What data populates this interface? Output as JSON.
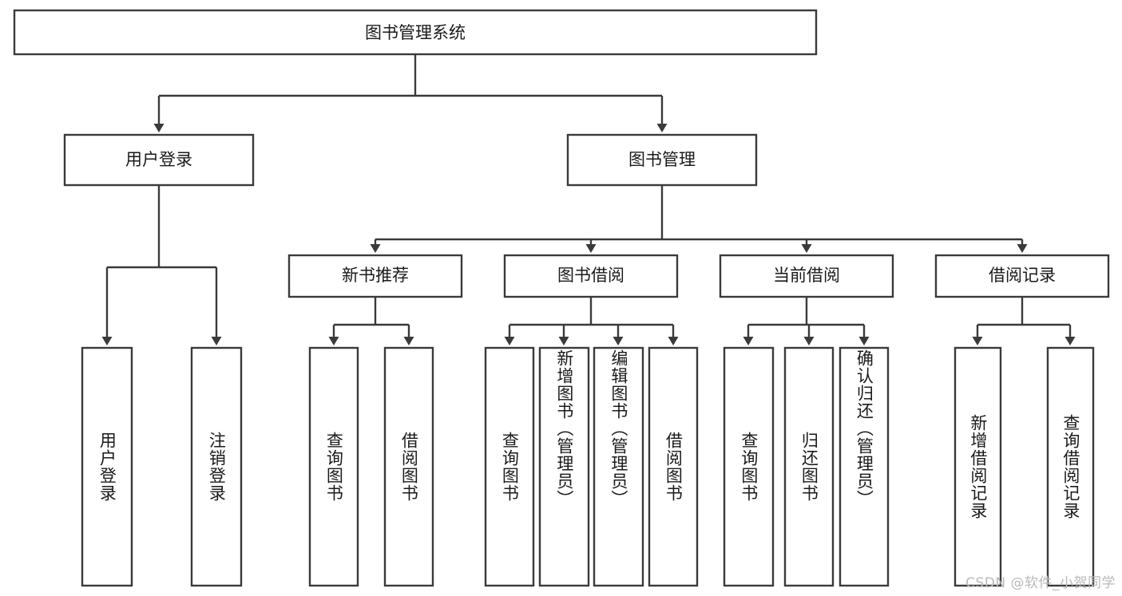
{
  "diagram": {
    "title": "图书管理系统",
    "type": "functional-structure-tree",
    "orientation": "top-down",
    "box_fill": "#ffffff",
    "line_color": "#3a3a3a",
    "text_color": "#1a1a1a"
  },
  "watermark": {
    "text": "CSDN @软件_小贺同学"
  },
  "nodes": {
    "root": {
      "label": "图书管理系统"
    },
    "level2": [
      {
        "id": "user-login",
        "label": "用户登录"
      },
      {
        "id": "book-manage",
        "label": "图书管理"
      }
    ],
    "level3": [
      {
        "id": "new-book-recommend",
        "label": "新书推荐"
      },
      {
        "id": "book-borrow",
        "label": "图书借阅"
      },
      {
        "id": "current-borrow",
        "label": "当前借阅"
      },
      {
        "id": "borrow-record",
        "label": "借阅记录"
      }
    ],
    "leaves": {
      "user-login": [
        {
          "id": "leaf-user-login",
          "label": "用户登录"
        },
        {
          "id": "leaf-user-logout",
          "label": "注销登录"
        }
      ],
      "new-book-recommend": [
        {
          "id": "leaf-query-book-1",
          "label": "查询图书"
        },
        {
          "id": "leaf-borrow-book-1",
          "label": "借阅图书"
        }
      ],
      "book-borrow": [
        {
          "id": "leaf-query-book-2",
          "label": "查询图书"
        },
        {
          "id": "leaf-add-book",
          "label": "新增图书（管理员）"
        },
        {
          "id": "leaf-edit-book",
          "label": "编辑图书（管理员）"
        },
        {
          "id": "leaf-borrow-book-2",
          "label": "借阅图书"
        }
      ],
      "current-borrow": [
        {
          "id": "leaf-query-book-3",
          "label": "查询图书"
        },
        {
          "id": "leaf-return-book",
          "label": "归还图书"
        },
        {
          "id": "leaf-confirm-return",
          "label": "确认归还（管理员）"
        }
      ],
      "borrow-record": [
        {
          "id": "leaf-add-record",
          "label": "新增借阅记录"
        },
        {
          "id": "leaf-query-record",
          "label": "查询借阅记录"
        }
      ]
    }
  }
}
